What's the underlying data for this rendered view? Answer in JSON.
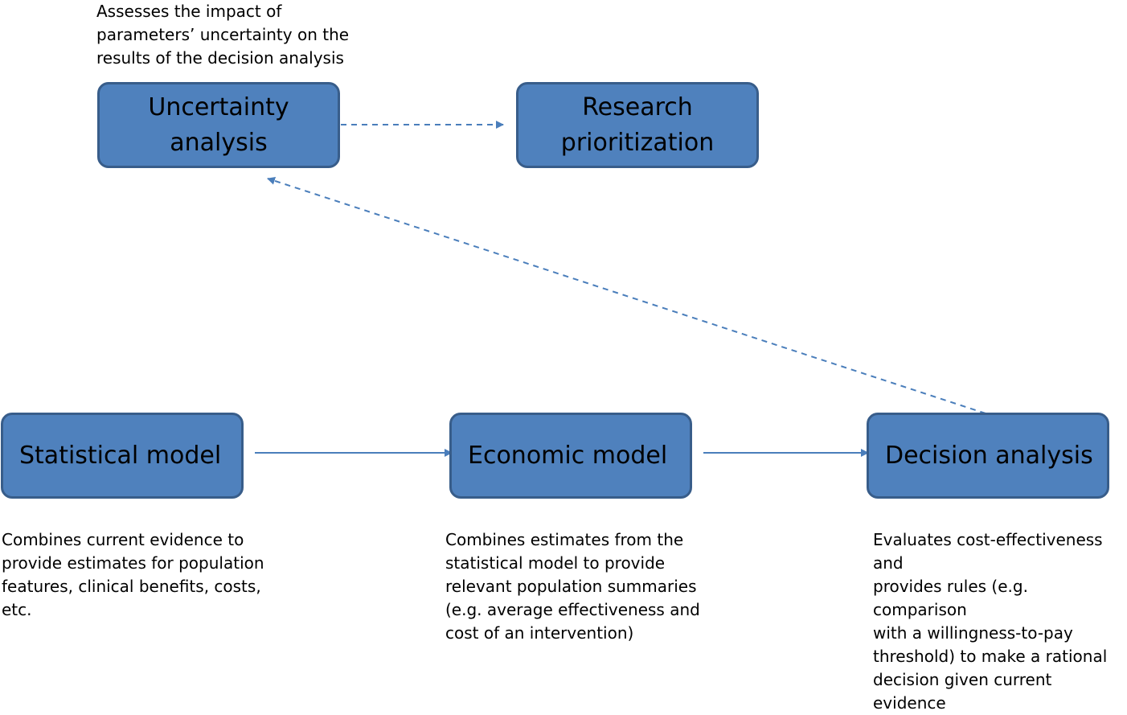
{
  "nodes": {
    "uncertainty": {
      "label": "Uncertainty\nanalysis"
    },
    "research": {
      "label": "Research\nprioritization"
    },
    "statistical": {
      "label": "Statistical model"
    },
    "economic": {
      "label": "Economic model"
    },
    "decision": {
      "label": "Decision analysis"
    }
  },
  "notes": {
    "uncertainty": "Assesses the impact of\nparameters’ uncertainty on the\nresults of the decision analysis",
    "statistical": "Combines current evidence to\nprovide estimates for population\nfeatures, clinical benefits, costs,\netc.",
    "economic": "Combines estimates from the\nstatistical model to provide\nrelevant population summaries\n(e.g. average effectiveness and\ncost of an intervention)",
    "decision": "Evaluates cost-effectiveness and\nprovides rules (e.g. comparison\nwith a willingness-to-pay\nthreshold) to make a rational\ndecision given current evidence"
  },
  "colors": {
    "box_fill": "#4f81bd",
    "box_border": "#385d8a",
    "arrow": "#4a7ebb"
  }
}
